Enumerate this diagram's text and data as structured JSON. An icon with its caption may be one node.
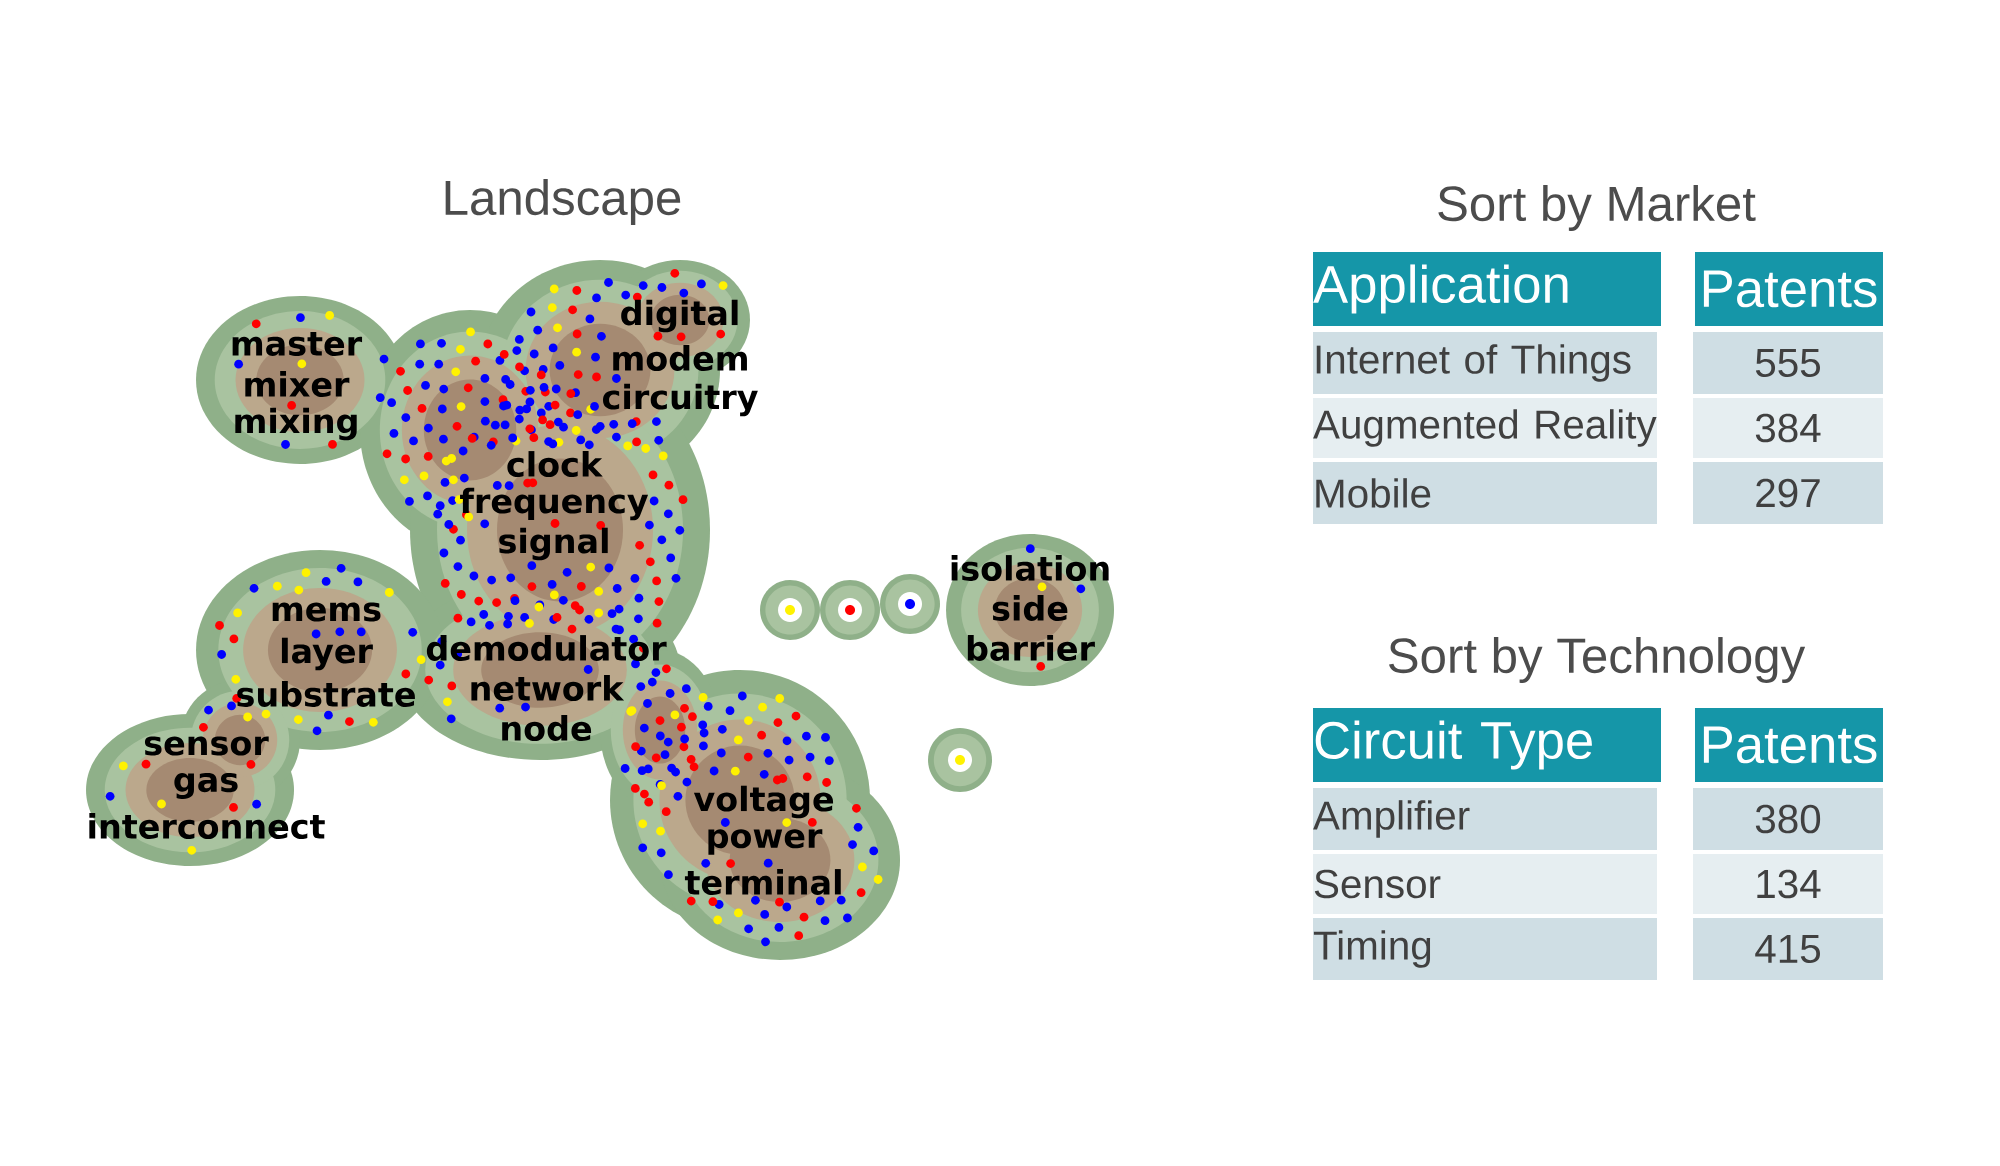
{
  "diagram": {
    "labels": [
      "Landscape",
      "master",
      "mixer",
      "mixing",
      "digital",
      "modem",
      "circuitry",
      "clock",
      "frequency",
      "signal",
      "isolation",
      "side",
      "barrier",
      "mems",
      "layer",
      "substrate",
      "demodulator",
      "network",
      "node",
      "sensor",
      "gas",
      "interconnect",
      "voltage",
      "power",
      "terminal",
      "Sort by Market",
      "Application",
      "Patents",
      "Internet of Things",
      "555",
      "Augmented Reality",
      "384",
      "Mobile",
      "297",
      "Sort by Technology",
      "Circuit Type",
      "Patents",
      "Amplifier",
      "380",
      "Sensor",
      "134",
      "Timing",
      "415"
    ]
  }
}
